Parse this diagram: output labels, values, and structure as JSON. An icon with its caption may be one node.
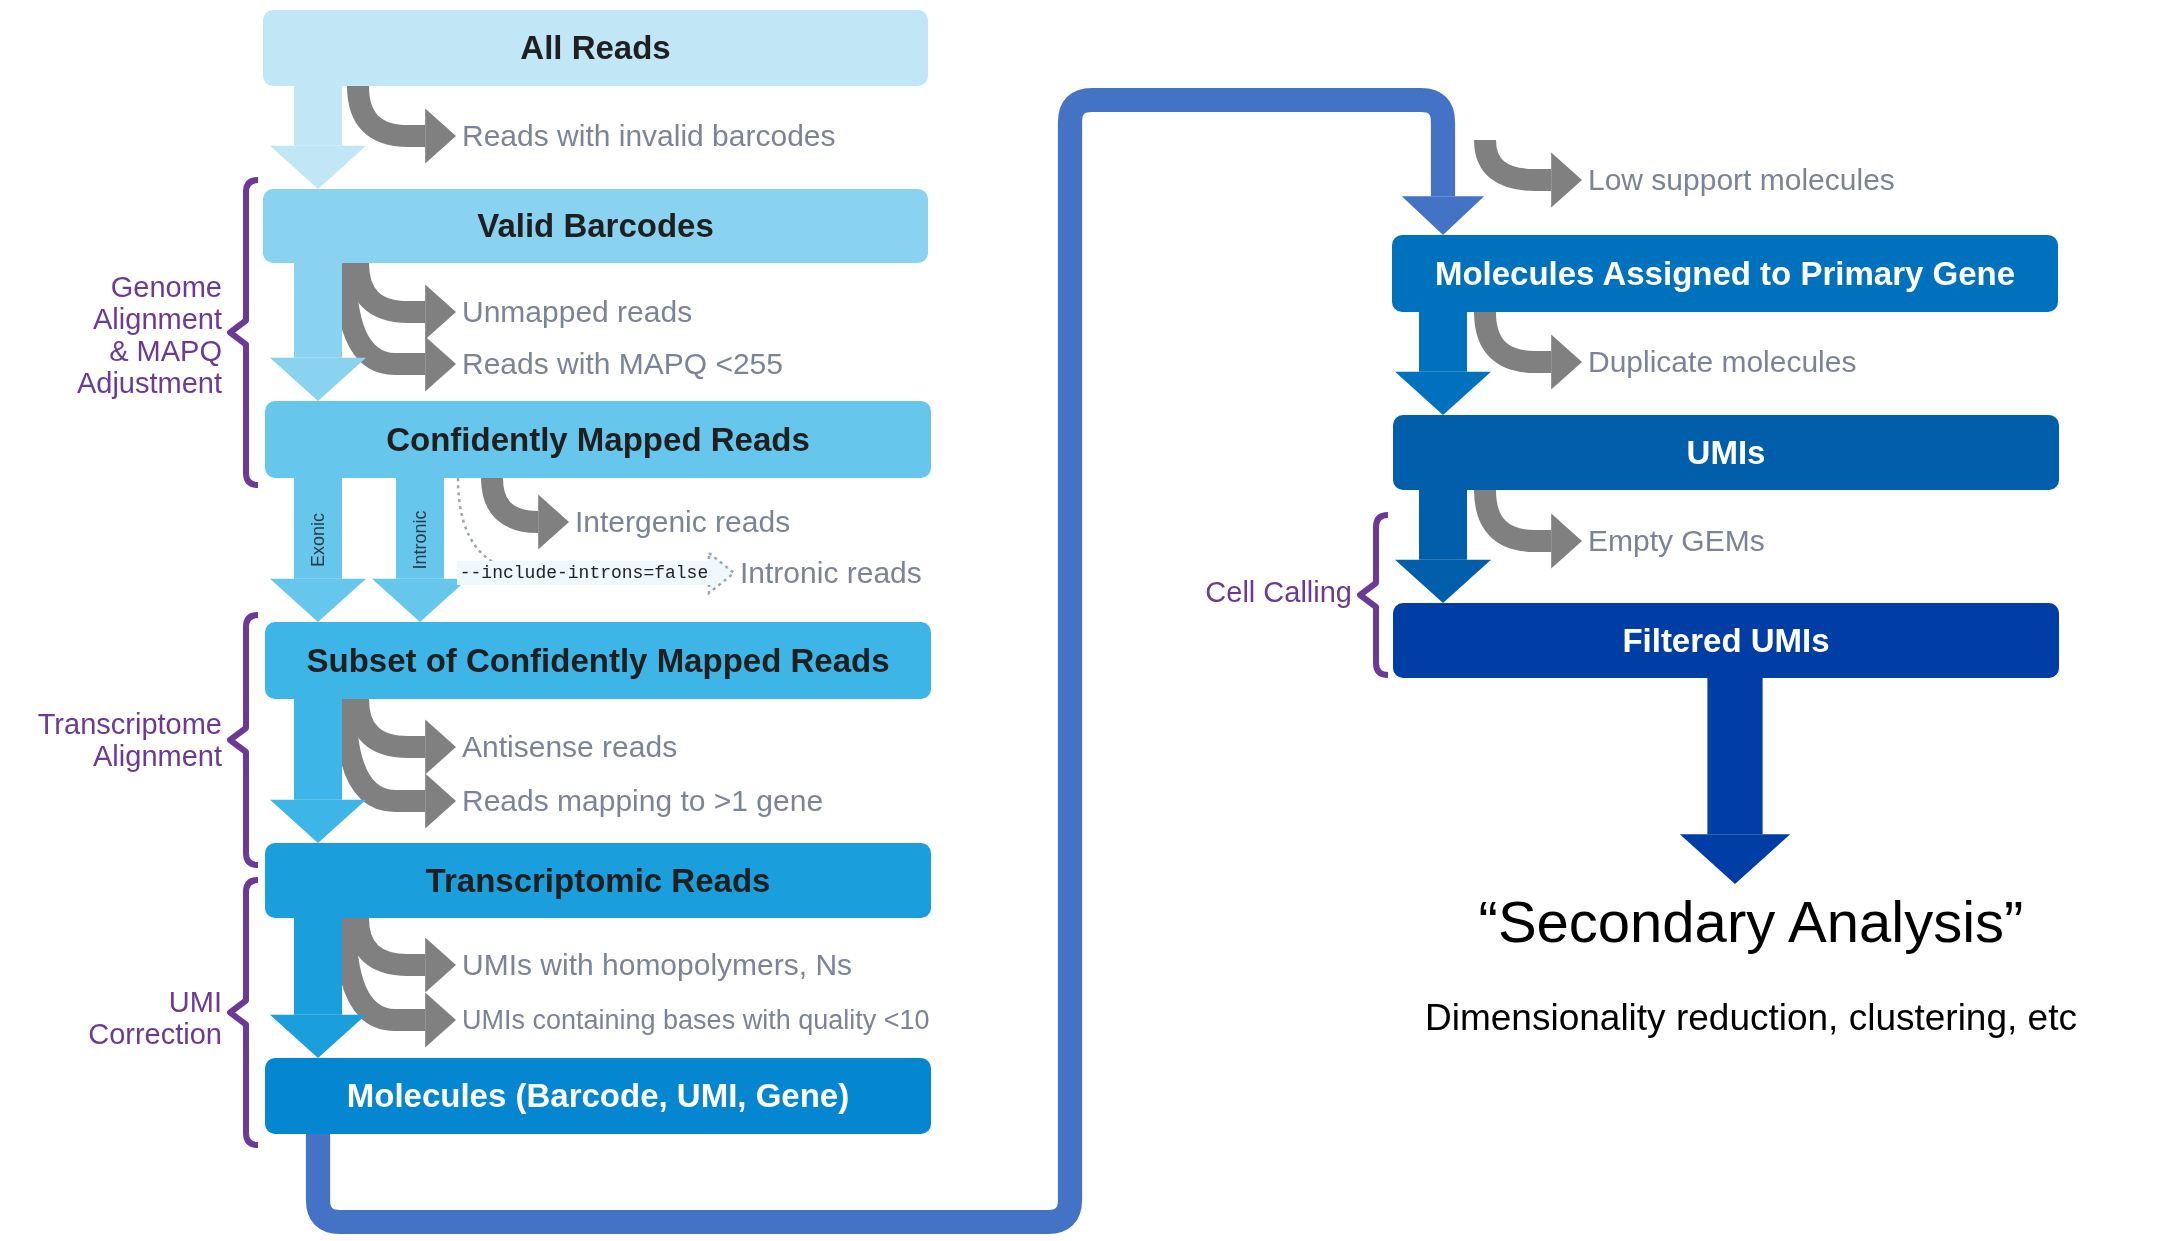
{
  "diagram": {
    "nodes": [
      {
        "text": [
          "All Reads"
        ]
      },
      {
        "text": [
          "Reads with invalid barcodes"
        ]
      },
      {
        "text": [
          "Valid Barcodes"
        ]
      },
      {
        "text": [
          "Unmapped reads"
        ]
      },
      {
        "text": [
          "Reads with MAPQ <255"
        ]
      },
      {
        "text": [
          "Confidently Mapped Reads"
        ]
      },
      {
        "text": [
          "Intergenic reads"
        ]
      },
      {
        "text": [
          "Intronic reads"
        ]
      },
      {
        "text": [
          "Subset of Confidently Mapped Reads"
        ]
      },
      {
        "text": [
          "Antisense reads"
        ]
      },
      {
        "text": [
          "Reads mapping to >1 gene"
        ]
      },
      {
        "text": [
          "Transcriptomic Reads"
        ]
      },
      {
        "text": [
          "UMIs with homopolymers, Ns"
        ]
      },
      {
        "text": [
          "UMIs containing bases with quality <10"
        ]
      },
      {
        "text": [
          "Molecules (Barcode, UMI, Gene)"
        ]
      },
      {
        "text": [
          "Low support molecules"
        ]
      },
      {
        "text": [
          "Molecules Assigned to Primary Gene"
        ]
      },
      {
        "text": [
          "Duplicate molecules"
        ]
      },
      {
        "text": [
          "UMIs"
        ]
      },
      {
        "text": [
          "Empty GEMs"
        ]
      },
      {
        "text": [
          "Filtered UMIs"
        ]
      },
      {
        "text": [
          "“Secondary Analysis”",
          "Dimensionality reduction, clustering, etc"
        ]
      }
    ],
    "edges": [
      {
        "from": 0,
        "to": 1,
        "arrow": "to"
      },
      {
        "from": 0,
        "to": 2,
        "arrow": "to",
        "style": "thick",
        "color": "#c1e6f6"
      },
      {
        "from": 2,
        "to": 3,
        "arrow": "to"
      },
      {
        "from": 2,
        "to": 4,
        "arrow": "to"
      },
      {
        "from": 2,
        "to": 5,
        "arrow": "to",
        "style": "thick",
        "color": "#8ad3f0"
      },
      {
        "from": 5,
        "to": 6,
        "arrow": "to"
      },
      {
        "from": 5,
        "to": 7,
        "arrow": "to",
        "label": "--include-introns=false",
        "style": "dashed",
        "color": "#9aa5ad"
      },
      {
        "from": 5,
        "to": 8,
        "arrow": "to",
        "label": "Exonic",
        "style": "thick",
        "color": "#67c6ec"
      },
      {
        "from": 5,
        "to": 8,
        "arrow": "to",
        "label": "Intronic",
        "style": "thick",
        "color": "#67c6ec"
      },
      {
        "from": 8,
        "to": 9,
        "arrow": "to"
      },
      {
        "from": 8,
        "to": 10,
        "arrow": "to"
      },
      {
        "from": 8,
        "to": 11,
        "arrow": "to",
        "style": "thick",
        "color": "#3db5e6"
      },
      {
        "from": 11,
        "to": 12,
        "arrow": "to"
      },
      {
        "from": 11,
        "to": 13,
        "arrow": "to"
      },
      {
        "from": 11,
        "to": 14,
        "arrow": "to",
        "style": "thick",
        "color": "#1a9fdc"
      },
      {
        "from": 14,
        "to": 16,
        "arrow": "to",
        "color": "#4472c4"
      },
      {
        "from": null,
        "to": 15,
        "arrow": "to"
      },
      {
        "from": 16,
        "to": 17,
        "arrow": "to"
      },
      {
        "from": 16,
        "to": 18,
        "arrow": "to",
        "style": "thick",
        "color": "#0072bd"
      },
      {
        "from": 18,
        "to": 19,
        "arrow": "to"
      },
      {
        "from": 18,
        "to": 20,
        "arrow": "to",
        "style": "thick",
        "color": "#005eab"
      },
      {
        "from": 20,
        "to": 21,
        "arrow": "to",
        "style": "thick",
        "color": "#003da5"
      }
    ],
    "labels": [
      "Genome Alignment & MAPQ Adjustment",
      "Transcriptome Alignment",
      "UMI Correction",
      "Cell Calling"
    ]
  }
}
